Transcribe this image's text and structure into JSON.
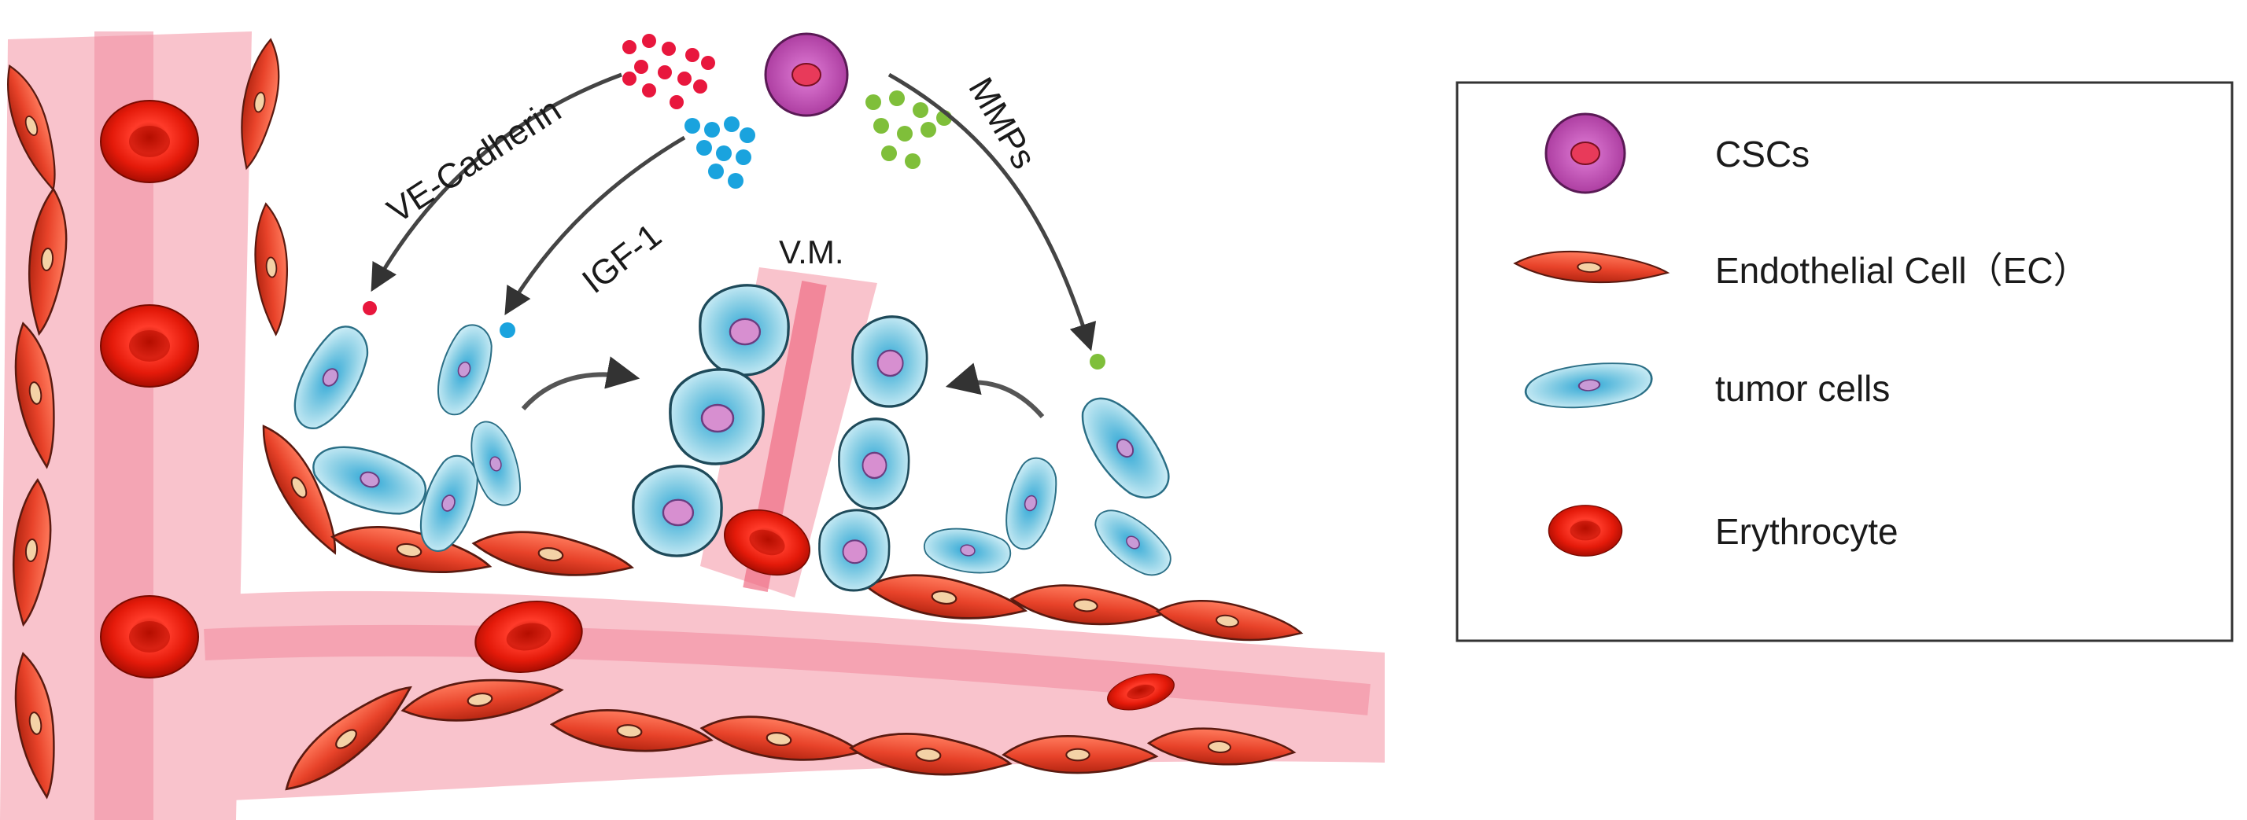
{
  "labels": {
    "ve_cadherin": "VE-Cadherin",
    "igf1": "IGF-1",
    "mmps": "MMPs",
    "vm": "V.M."
  },
  "legend": {
    "items": [
      {
        "icon": "csc-cell-icon",
        "label": "CSCs"
      },
      {
        "icon": "endothelial-cell-icon",
        "label": "Endothelial Cell（EC）"
      },
      {
        "icon": "tumor-cell-icon",
        "label": "tumor cells"
      },
      {
        "icon": "erythrocyte-icon",
        "label": "Erythrocyte"
      }
    ]
  },
  "colors": {
    "vessel": "#f9c3cc",
    "vessel_core": "#f18da0",
    "endothelial": "#e6452c",
    "erythrocyte": "#d81e0e",
    "tumor": "#8fd1e6",
    "tumor_core": "#3ab0d8",
    "csc": "#c35bb8",
    "ve_cadherin": "#e8173d",
    "igf1": "#1aa3de",
    "mmps": "#7fbf3a",
    "arrow": "#555555"
  }
}
